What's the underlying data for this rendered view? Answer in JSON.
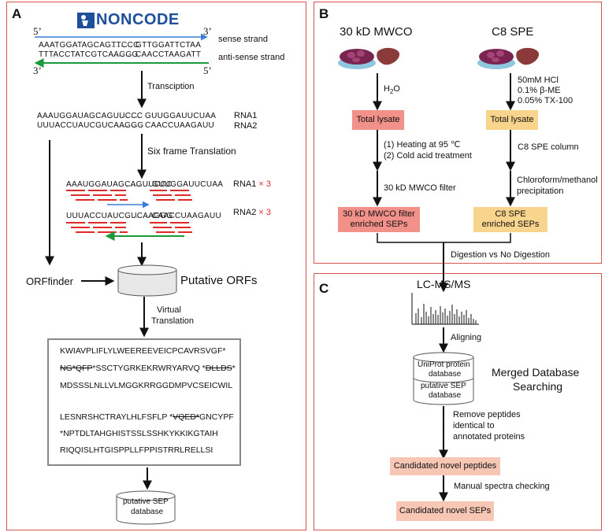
{
  "panels": {
    "a": {
      "letter": "A"
    },
    "b": {
      "letter": "B"
    },
    "c": {
      "letter": "C"
    }
  },
  "panel_a": {
    "logo_text": "NONCODE",
    "prime5_top": "5’",
    "prime3_top": "3’",
    "prime3_bottom": "3’",
    "prime5_bottom": "5’",
    "sense_seq_start": "AAATGGATAGCAGTTCCC",
    "sense_seq_end": "GTTGGATTCTAA",
    "antisense_seq_start": "TTTACCTATCGTCAAGGG",
    "antisense_seq_end": "CAACCTAAGATT",
    "sense_label": "sense strand",
    "antisense_label": "anti-sense strand",
    "transcription": "Transciption",
    "rna1_start": "AAAUGGAUAGCAGUUCCC",
    "rna1_end": "GUUGGAUUCUAA",
    "rna2_start": "UUUACCUAUCGUCAAGGG",
    "rna2_end": "CAACCUAAGAUU",
    "rna1_label": "RNA1",
    "rna2_label": "RNA2",
    "six_frame": "Six frame Translation",
    "rna1_x3": "RNA1",
    "rna2_x3": "RNA2",
    "times3": "× 3",
    "orffinder": "ORFfinder",
    "putative_orfs": "Putative ORFs",
    "virtual": "Virtual",
    "translation": "Translation",
    "seq_lines": {
      "l1": "KWIAVPLIFLYLWEEREEVEICPCAVRSVGF*",
      "l2_strike1": "NG*QFP",
      "l2_mid": "*SSCTYGRKEKRWRYARVQ *",
      "l2_strike2": "DLLDS",
      "l2_end": "*",
      "l3": "MDSSSLNLLVLMGGKRRGGDMPVCSEICWIL",
      "l4_start": "LESNRSHCTRAYLHLFSFLP *",
      "l4_strike": "VQED*",
      "l4_end": "GNCYPF",
      "l5": "*NPTDLTAHGHISTSSLSSHKYKKIKGTAIH",
      "l6": "RIQQISLHTGISPPLLFPPISTRRLRELLSI"
    },
    "db_line1": "putative SEP",
    "db_line2": "database"
  },
  "panel_b": {
    "mwco_title": "30 kD MWCO",
    "spe_title": "C8 SPE",
    "h2o": "H",
    "h2o_sub": "2",
    "h2o_end": "O",
    "hcl_1": "50mM HCl",
    "hcl_2": "0.1% β-ME",
    "hcl_3": "0.05% TX-100",
    "total_lysate_left": "Total lysate",
    "total_lysate_right": "Total lysate",
    "heating": "(1) Heating at 95 ℃",
    "cold_acid": "(2) Cold acid treatment",
    "c8_column": "C8 SPE column",
    "mwco_filter": "30 kD MWCO filter",
    "chloroform_1": "Chloroform/methanol",
    "chloroform_2": "precipitation",
    "enriched_left_1": "30 kD MWCO filter",
    "enriched_left_2": "enriched SEPs",
    "enriched_right_1": "C8 SPE",
    "enriched_right_2": "enriched SEPs",
    "digestion": "Digestion vs No Digestion"
  },
  "panel_c": {
    "lcms": "LC-MS/MS",
    "aligning": "Aligning",
    "uniprot_1": "UniProt protein",
    "uniprot_2": "database",
    "sep_db_1": "putative SEP",
    "sep_db_2": "database",
    "merged_1": "Merged Database",
    "merged_2": "Searching",
    "remove_1": "Remove peptides",
    "remove_2": "identical to",
    "remove_3": "annotated proteins",
    "cand_peptides": "Candidated novel peptides",
    "manual": "Manual  spectra checking",
    "cand_seps": "Candidated novel SEPs"
  },
  "colors": {
    "panel_border": "#d9534f",
    "sense_arrow": "#3a7fd5",
    "antisense_arrow": "#1a9a3a",
    "frame_lines": "#e02a2a",
    "total_lysate_left": "#f2908a",
    "total_lysate_right": "#f9d48c",
    "candidate_box": "#f7c6b4",
    "petri_dish": "#8fc7e0",
    "cells": "#8b2a5a",
    "liver": "#8b3a3a"
  }
}
